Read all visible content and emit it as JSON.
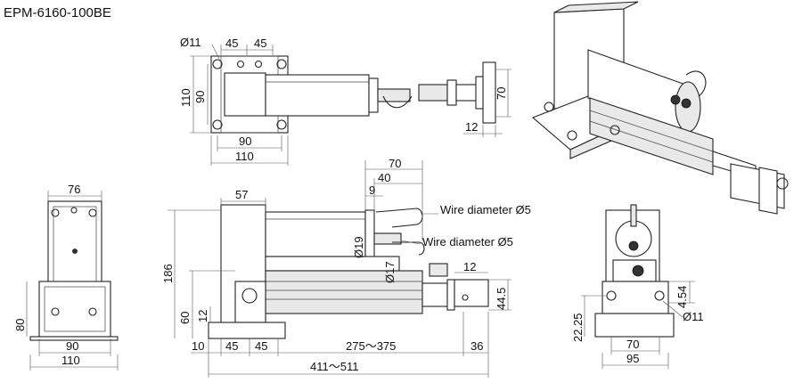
{
  "title": "EPM-6160-100BE",
  "top_view": {
    "d_hole": "Ø11",
    "w45a": "45",
    "w45b": "45",
    "h110": "110",
    "h90": "90",
    "w90": "90",
    "w110": "110",
    "h70": "70",
    "w12": "12"
  },
  "left_view": {
    "w76": "76",
    "h80": "80",
    "w90": "90",
    "w110": "110"
  },
  "front_view": {
    "w70": "70",
    "w40": "40",
    "w9": "9",
    "w57": "57",
    "h186": "186",
    "d19": "Ø19",
    "d17": "Ø17",
    "w12": "12",
    "h44_5": "44.5",
    "h60": "60",
    "h12": "12",
    "w10": "10",
    "w45a": "45",
    "w45b": "45",
    "stroke": "275～375",
    "w36": "36",
    "total": "411～511",
    "wire1": "Wire diameter Ø5",
    "wire2": "Wire diameter Ø5"
  },
  "right_view": {
    "h4_54": "4.54",
    "d11": "Ø11",
    "h22_25": "22.25",
    "w70": "70",
    "w95": "95"
  }
}
